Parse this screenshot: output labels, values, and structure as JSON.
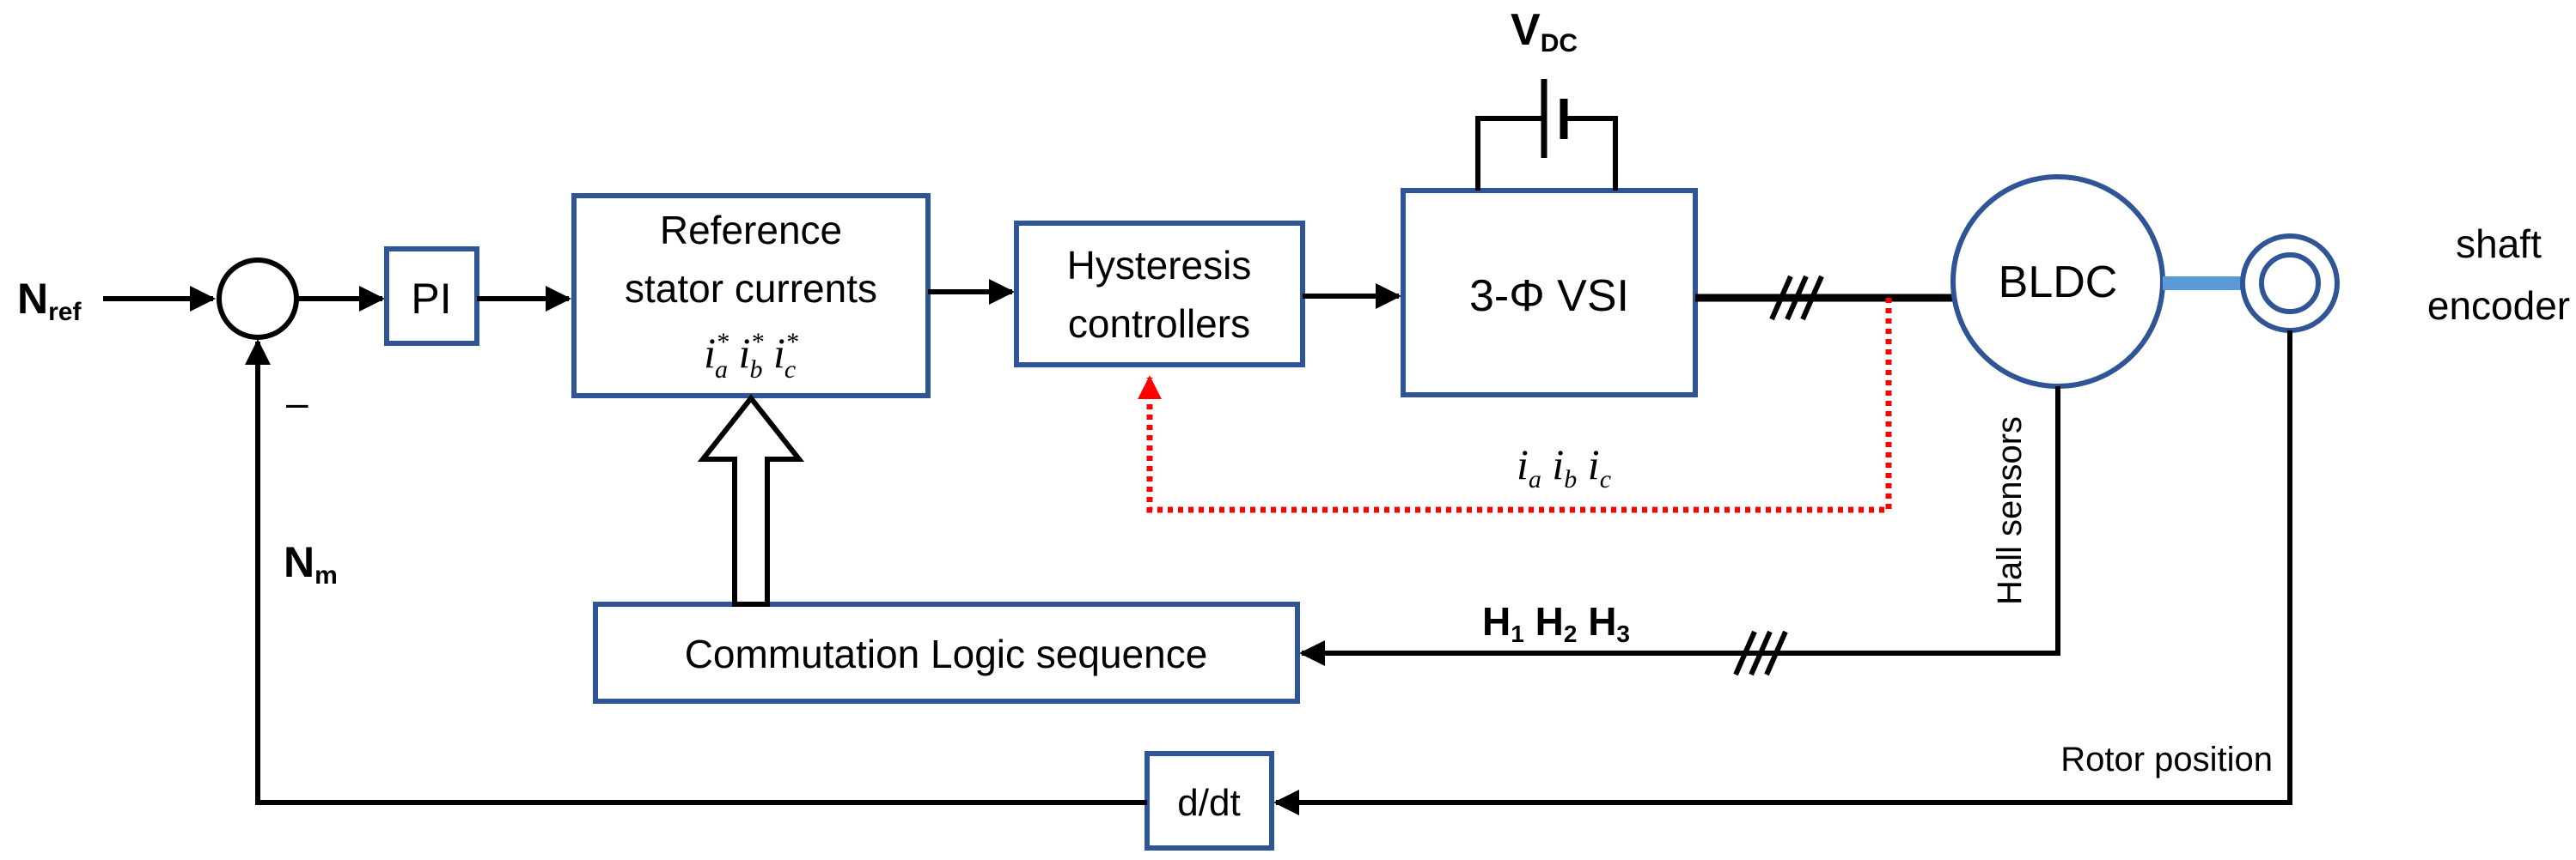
{
  "inputs": {
    "nref_main": "N",
    "nref_sub": "ref",
    "nm_main": "N",
    "nm_sub": "m",
    "minus_sign": "–"
  },
  "blocks": {
    "pi": "PI",
    "ref_line1": "Reference",
    "ref_line2": "stator currents",
    "ref_ia": "i",
    "ref_ia_sub": "a",
    "ref_ib": "i",
    "ref_ib_sub": "b",
    "ref_ic": "i",
    "ref_ic_sub": "c",
    "ref_star": "*",
    "hyst_line1": "Hysteresis",
    "hyst_line2": "controllers",
    "vsi": "3-Φ VSI",
    "bldc": "BLDC",
    "commutation": "Commutation Logic sequence",
    "ddt": "d/dt"
  },
  "labels": {
    "vdc_main": "V",
    "vdc_sub": "DC",
    "currents_i": "i",
    "currents_a": "a",
    "currents_b": "b",
    "currents_c": "c",
    "hall_sensors": "Hall sensors",
    "h_main": "H",
    "h1_sub": "1",
    "h2_sub": "2",
    "h3_sub": "3",
    "rotor_position": "Rotor position",
    "shaft_line1": "shaft",
    "shaft_line2": "encoder"
  },
  "colors": {
    "block_border": "#2f5597",
    "coupling": "#5b9bd5",
    "feedback_dotted": "#ff0000",
    "wire": "#000000"
  }
}
